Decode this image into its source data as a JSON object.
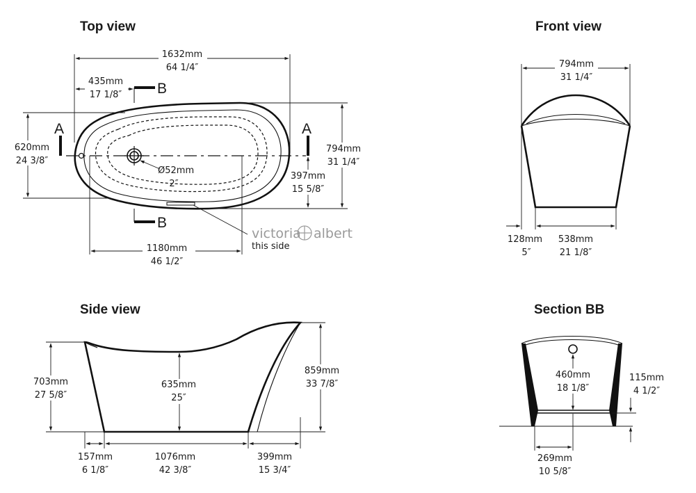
{
  "views": {
    "top": "Top view",
    "front": "Front view",
    "side": "Side view",
    "section": "Section BB"
  },
  "top_view": {
    "length": [
      "1632mm",
      "64 1/4″"
    ],
    "waste_offset": [
      "435mm",
      "17 1/8″"
    ],
    "inner_width": [
      "620mm",
      "24 3/8″"
    ],
    "outer_width": [
      "794mm",
      "31 1/4″"
    ],
    "waste_dia": [
      "Ø52mm",
      "2″"
    ],
    "rim_offset": [
      "397mm",
      "15 5/8″"
    ],
    "inner_length": [
      "1180mm",
      "46 1/2″"
    ],
    "section_a": "A",
    "section_b": "B",
    "brand_left": "victoria",
    "brand_right": "albert",
    "brand_note": "this side"
  },
  "front_view": {
    "width": [
      "794mm",
      "31 1/4″"
    ],
    "offset": [
      "128mm",
      "5″"
    ],
    "base": [
      "538mm",
      "21 1/8″"
    ]
  },
  "side_view": {
    "low_height": [
      "703mm",
      "27 5/8″"
    ],
    "depth": [
      "635mm",
      "25″"
    ],
    "high_height": [
      "859mm",
      "33 7/8″"
    ],
    "left_offset": [
      "157mm",
      "6 1/8″"
    ],
    "base_length": [
      "1076mm",
      "42 3/8″"
    ],
    "right_offset": [
      "399mm",
      "15 3/4″"
    ]
  },
  "section_bb": {
    "depth": [
      "460mm",
      "18 1/8″"
    ],
    "plinth": [
      "115mm",
      "4 1/2″"
    ],
    "half_width": [
      "269mm",
      "10 5/8″"
    ]
  }
}
